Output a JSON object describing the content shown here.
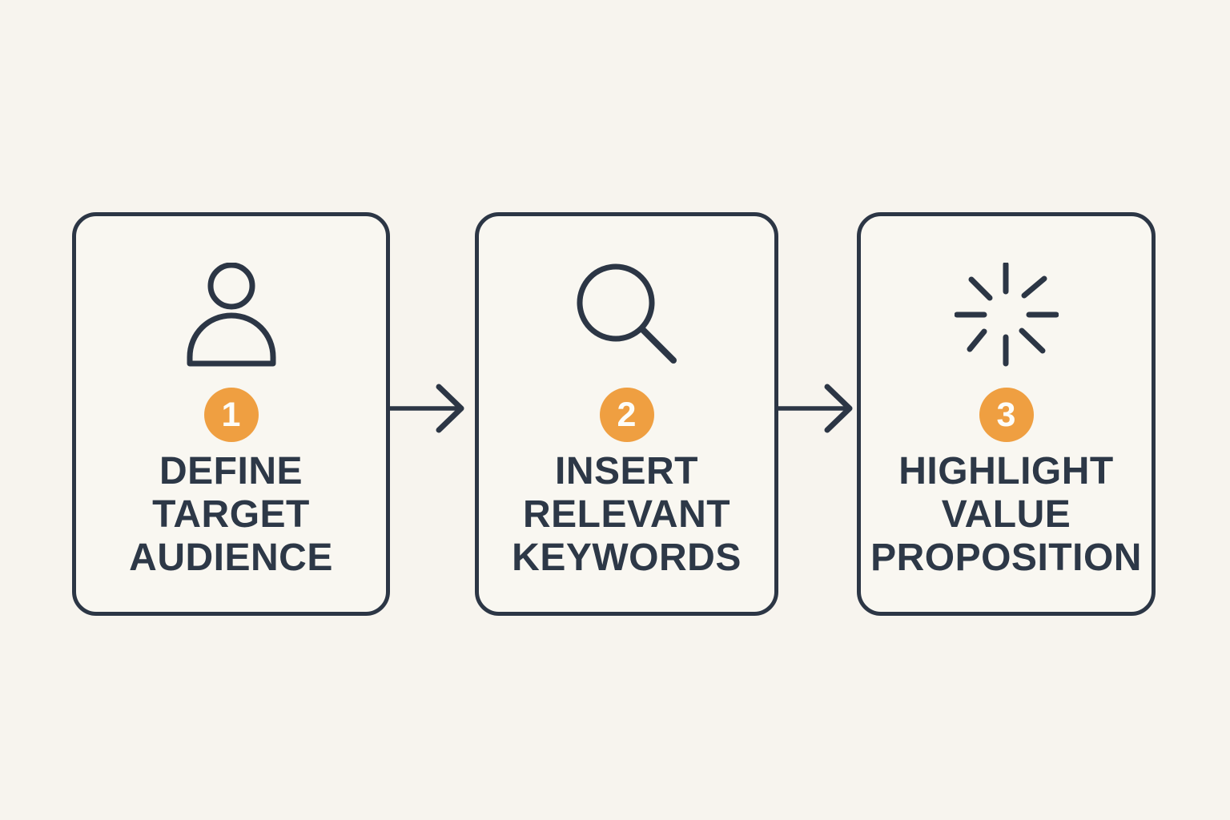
{
  "title": "Three-step process diagram",
  "colors": {
    "background": "#f7f4ee",
    "card_fill": "#f9f7f1",
    "outline": "#2c3645",
    "text": "#2d3847",
    "badge_fill": "#ef9f41",
    "badge_text": "#fdfdf9"
  },
  "steps": [
    {
      "number": "1",
      "icon": "person-icon",
      "lines": [
        "DEFINE",
        "TARGET",
        "AUDIENCE"
      ]
    },
    {
      "number": "2",
      "icon": "search-icon",
      "lines": [
        "INSERT",
        "RELEVANT",
        "KEYWORDS"
      ]
    },
    {
      "number": "3",
      "icon": "starburst-icon",
      "lines": [
        "HIGHLIGHT",
        "VALUE",
        "PROPOSITION"
      ]
    }
  ],
  "connectors": [
    {
      "icon": "arrow-right-icon"
    },
    {
      "icon": "arrow-right-icon"
    }
  ]
}
